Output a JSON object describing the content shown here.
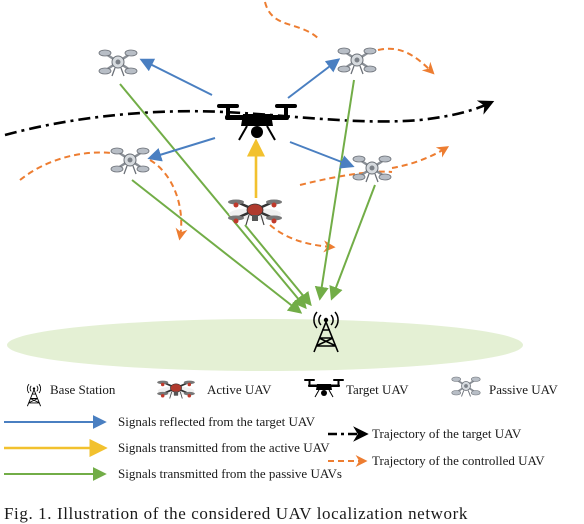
{
  "legend": {
    "base_station": "Base Station",
    "active_uav": "Active UAV",
    "target_uav": "Target UAV",
    "passive_uav": "Passive UAV",
    "reflected": "Signals reflected from the target UAV",
    "active_tx": "Signals transmitted from the active UAV",
    "passive_tx": "Signals transmitted from the passive UAVs",
    "target_traj": "Trajectory of the target UAV",
    "controlled_traj": "Trajectory of the controlled UAV"
  },
  "caption": "Fig. 1.  Illustration of the considered UAV localization network",
  "colors": {
    "reflected": "#4a7fc1",
    "active": "#f2c12e",
    "passive": "#72ad47",
    "trajectory_target": "#000000",
    "trajectory_controlled": "#ed7d31",
    "ground": "#e4f0d4"
  }
}
